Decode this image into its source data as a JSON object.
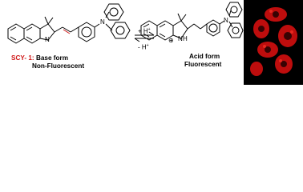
{
  "labels": {
    "base_compound": "SCY- 1:",
    "base_form": "Base form",
    "base_property": "Non-Fluorescent",
    "acid_form": "Acid form",
    "acid_property": "Fluorescent"
  },
  "equilibrium": {
    "forward": "+ H",
    "forward_sup": "+",
    "reverse": "- H",
    "reverse_sup": "+"
  },
  "atoms": {
    "base_n": "N",
    "base_n_amine": "N",
    "acid_nh": "N",
    "acid_h": "H",
    "acid_charge": "⊕",
    "acid_n_amine": "N"
  },
  "colors": {
    "highlight": "#d01818",
    "cell_stain": "#e01010",
    "photo_bg": "#000000"
  }
}
